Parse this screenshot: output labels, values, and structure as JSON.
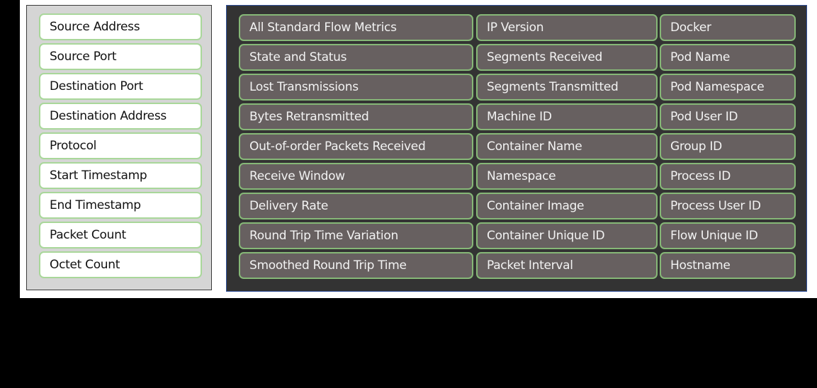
{
  "left_panel": {
    "items": [
      "Source Address",
      "Source Port",
      "Destination Port",
      "Destination Address",
      "Protocol",
      "Start Timestamp",
      "End Timestamp",
      "Packet Count",
      "Octet Count"
    ]
  },
  "right_panel": {
    "columns": [
      {
        "items": [
          "All Standard Flow Metrics",
          "State and Status",
          "Lost Transmissions",
          "Bytes Retransmitted",
          "Out-of-order Packets Received",
          "Receive Window",
          "Delivery Rate",
          "Round Trip Time Variation",
          "Smoothed Round Trip Time"
        ]
      },
      {
        "items": [
          "IP Version",
          "Segments Received",
          "Segments Transmitted",
          "Machine ID",
          "Container Name",
          "Namespace",
          "Container Image",
          "Container Unique ID",
          "Packet Interval"
        ]
      },
      {
        "items": [
          "Docker",
          "Pod Name",
          "Pod Namespace",
          "Pod User ID",
          "Group ID",
          "Process ID",
          "Process User ID",
          "Flow Unique ID",
          "Hostname"
        ]
      }
    ]
  },
  "colors": {
    "left_panel_bg": "#d5d5d5",
    "right_panel_bg": "#333333",
    "pill_dark_bg": "#676060",
    "pill_border_green": "#9acb8a",
    "right_panel_border": "#2f4f9a"
  }
}
